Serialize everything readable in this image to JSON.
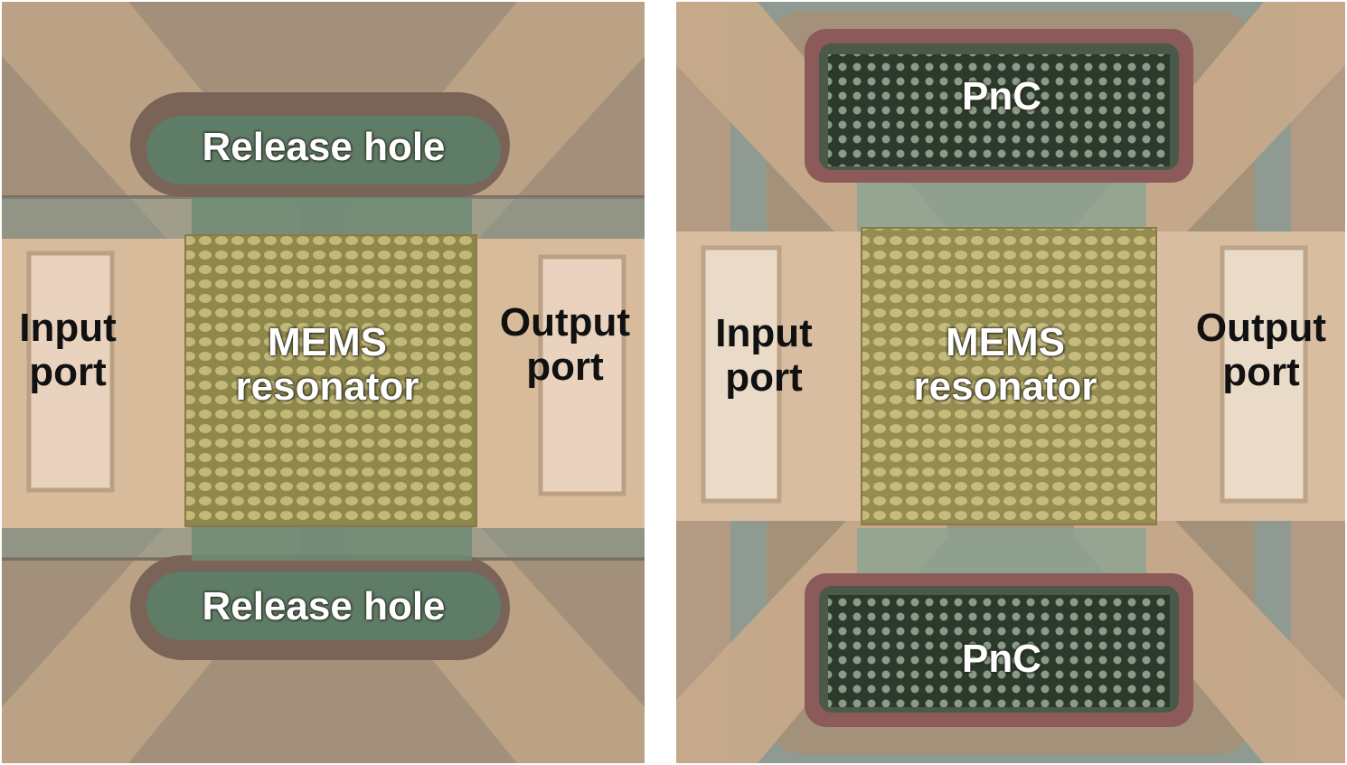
{
  "left_panel": {
    "release_top": "Release hole",
    "release_bottom": "Release hole",
    "input_line1": "Input",
    "input_line2": "port",
    "mems_line1": "MEMS",
    "mems_line2": "resonator",
    "output_line1": "Output",
    "output_line2": "port"
  },
  "right_panel": {
    "pnc_top": "PnC",
    "pnc_bottom": "PnC",
    "input_line1": "Input",
    "input_line2": "port",
    "mems_line1": "MEMS",
    "mems_line2": "resonator",
    "output_line1": "Output",
    "output_line2": "port"
  },
  "colors": {
    "substrate": "#a3907a",
    "electrode": "#dcc0a0",
    "release_hole": "#5e7c66",
    "resonator": "#948c50",
    "pnc": "#2b3a2c",
    "blue_edge": "#6f9aa0"
  }
}
